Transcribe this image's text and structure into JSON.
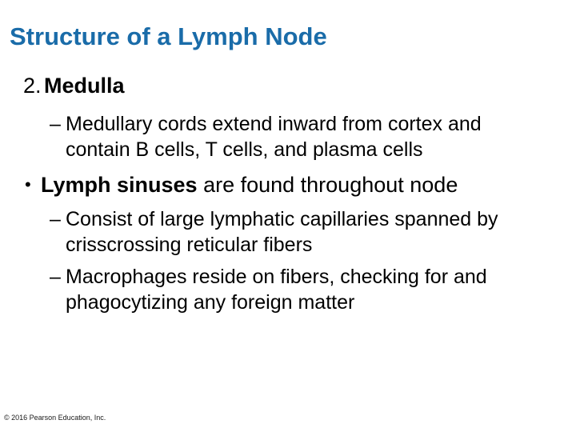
{
  "slide": {
    "background_color": "#ffffff",
    "text_color": "#000000",
    "title": {
      "text": "Structure of a Lymph Node",
      "color": "#1a6ca9"
    },
    "body": {
      "numbered_item": {
        "number": "2.",
        "label": "Medulla"
      },
      "sub_medullary": {
        "marker": "–",
        "line1": "Medullary cords extend inward from cortex and",
        "line2": "contain B cells, T cells, and plasma cells"
      },
      "bullet_sinuses": {
        "marker": "•",
        "bold_text": "Lymph sinuses",
        "rest_text": " are found throughout node"
      },
      "sub_consist": {
        "marker": "–",
        "line1": "Consist of large lymphatic capillaries spanned by",
        "line2": "crisscrossing reticular fibers"
      },
      "sub_macrophages": {
        "marker": "–",
        "line1": "Macrophages reside on fibers, checking for and",
        "line2": "phagocytizing any foreign matter"
      }
    },
    "footer": {
      "copyright": "© 2016 Pearson Education, Inc."
    }
  }
}
